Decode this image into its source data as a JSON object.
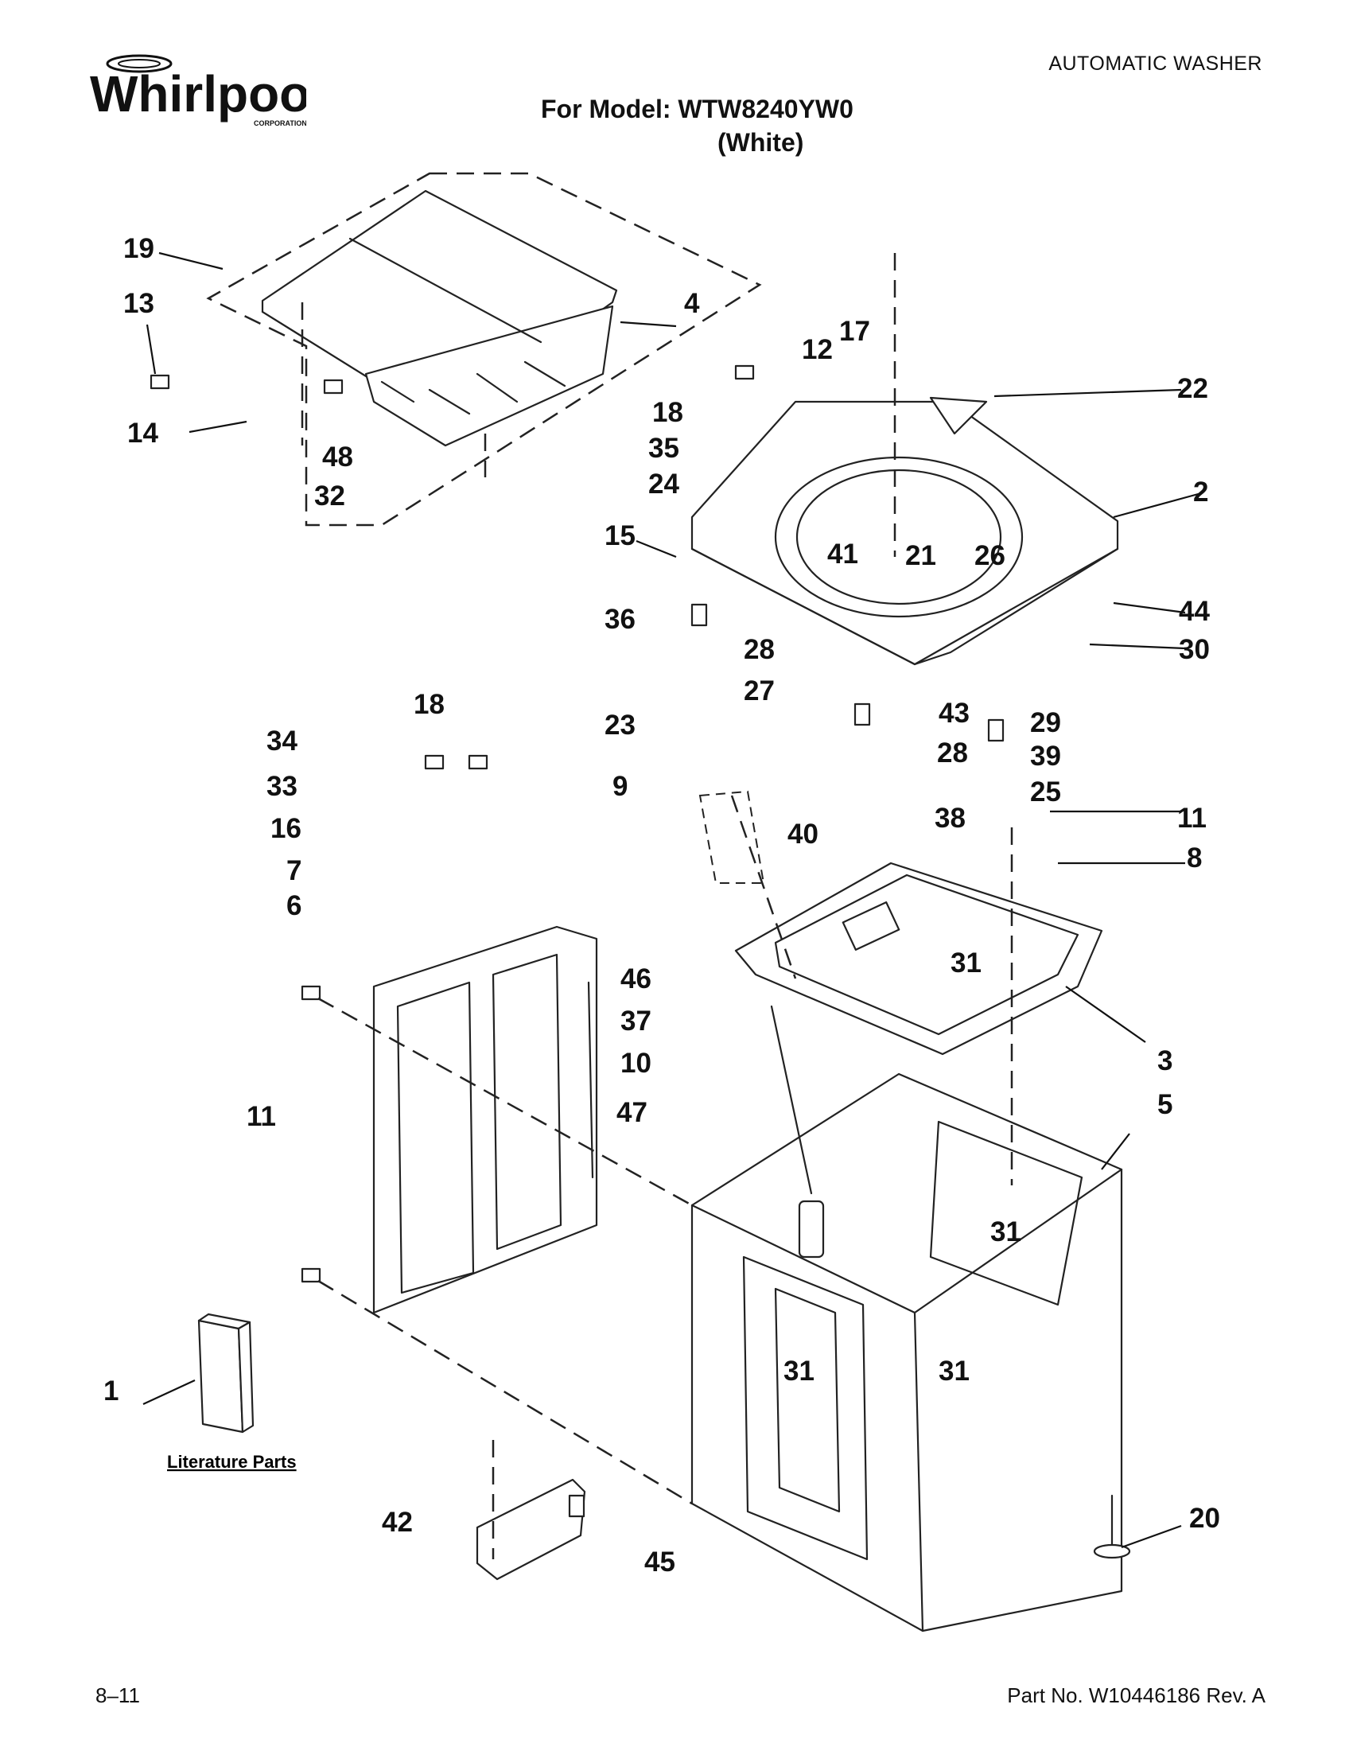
{
  "header": {
    "brand": "Whirlpool",
    "brand_sub": "CORPORATION",
    "product_type": "AUTOMATIC WASHER",
    "model_line": "For Model: WTW8240YW0",
    "color_line": "(White)"
  },
  "footer": {
    "date_code": "8–11",
    "part_number": "Part No. W10446186 Rev. A"
  },
  "literature_label": "Literature Parts",
  "callouts": [
    "19",
    "13",
    "14",
    "48",
    "32",
    "4",
    "17",
    "12",
    "18",
    "35",
    "24",
    "22",
    "2",
    "15",
    "36",
    "41",
    "21",
    "26",
    "44",
    "30",
    "28",
    "27",
    "43",
    "29",
    "39",
    "23",
    "28",
    "25",
    "18",
    "34",
    "33",
    "16",
    "7",
    "6",
    "9",
    "40",
    "38",
    "11",
    "8",
    "31",
    "46",
    "37",
    "10",
    "47",
    "3",
    "5",
    "11",
    "31",
    "31",
    "31",
    "1",
    "42",
    "45",
    "20"
  ],
  "colors": {
    "ink": "#111111",
    "paper": "#ffffff"
  },
  "icons": {
    "logo": "whirlpool-logo"
  }
}
